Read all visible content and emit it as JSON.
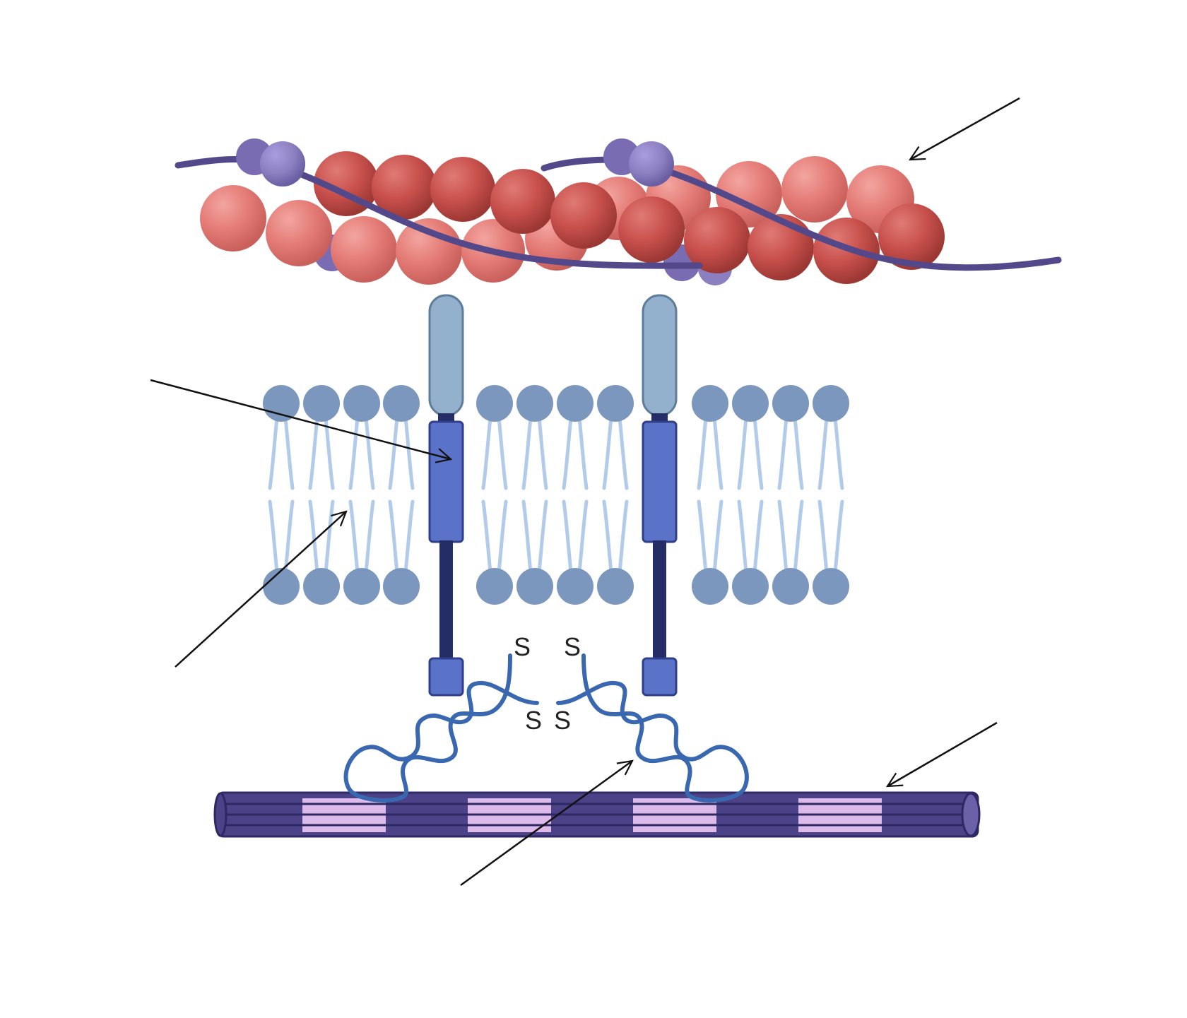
{
  "labels": {
    "sulfur": [
      "S",
      "S",
      "S",
      "S"
    ]
  },
  "colors": {
    "actin_light": "#e47b76",
    "actin_dark": "#c8504c",
    "tropomyosin": "#52488a",
    "troponin": "#8b7fc0",
    "receptor_cap": "#93b1cd",
    "receptor_body": "#5a72c8",
    "receptor_stalk": "#252d66",
    "lipid_head": "#7c97bd",
    "lipid_tail": "#b2cbea",
    "ligand": "#3a68b0",
    "microtubule": "#4b4288",
    "microtubule_band": "#dcbbea",
    "arrow": "#111111"
  }
}
